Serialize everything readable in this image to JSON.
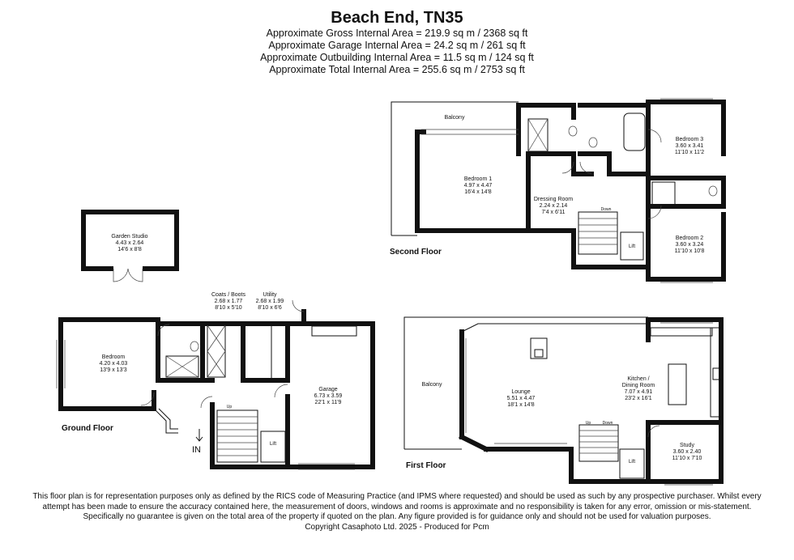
{
  "header": {
    "title": "Beach End, TN35",
    "areas": [
      "Approximate Gross Internal Area = 219.9 sq m / 2368 sq ft",
      "Approximate Garage Internal Area = 24.2 sq m / 261 sq ft",
      "Approximate Outbuilding Internal Area = 11.5 sq m / 124 sq ft",
      "Approximate Total Internal Area = 255.6 sq m / 2753 sq ft"
    ]
  },
  "floors": {
    "second": "Second Floor",
    "first": "First Floor",
    "ground": "Ground Floor"
  },
  "rooms": {
    "balcony_second": "Balcony",
    "bedroom1": [
      "Bedroom 1",
      "4.97 x 4.47",
      "16'4 x 14'8"
    ],
    "dressing": [
      "Dressing Room",
      "2.24 x 2.14",
      "7'4 x 6'11"
    ],
    "bedroom3": [
      "Bedroom 3",
      "3.60 x 3.41",
      "11'10 x 11'2"
    ],
    "bedroom2": [
      "Bedroom 2",
      "3.60 x 3.24",
      "11'10 x 10'8"
    ],
    "lift": "Lift",
    "down": "Down",
    "up": "Up",
    "garden_studio": [
      "Garden Studio",
      "4.43 x 2.64",
      "14'6 x 8'8"
    ],
    "bedroom_ground": [
      "Bedroom",
      "4.20 x 4.03",
      "13'9 x 13'3"
    ],
    "coats": [
      "Coats / Boots",
      "2.68 x 1.77",
      "8'10 x 5'10"
    ],
    "utility": [
      "Utility",
      "2.68 x 1.99",
      "8'10 x 6'6"
    ],
    "garage": [
      "Garage",
      "6.73 x 3.59",
      "22'1 x 11'9"
    ],
    "entrance": "IN",
    "balcony_first": "Balcony",
    "lounge": [
      "Lounge",
      "5.51 x 4.47",
      "18'1 x 14'8"
    ],
    "kitchen": [
      "Kitchen /",
      "Dining Room",
      "7.07 x 4.91",
      "23'2 x 16'1"
    ],
    "study": [
      "Study",
      "3.60 x 2.40",
      "11'10 x 7'10"
    ]
  },
  "footer": {
    "disclaimer": "This floor plan is for representation purposes only as defined by the RICS code of Measuring Practice (and IPMS where requested) and should be used as such by any prospective purchaser. Whilst every attempt has been made to ensure the accuracy contained here, the measurement of doors, windows and rooms is approximate and no responsibility is taken for any error, omission or mis-statement. Specifically no guarantee is given on the total area of the property if quoted on the plan. Any figure provided is for guidance only and should not be used for valuation purposes.",
    "copyright": "Copyright Casaphoto Ltd. 2025 - Produced for Pcm"
  }
}
